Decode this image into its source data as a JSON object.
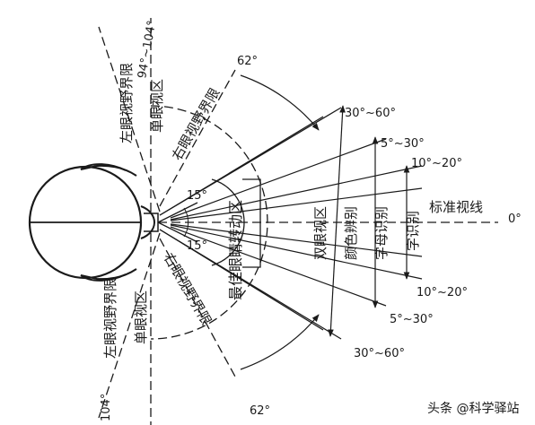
{
  "labels": {
    "left_limit_top": "左眼视野界限",
    "monocular_top": "单眼视区",
    "right_limit_top": "右眼视野界限",
    "best_rotation": "最佳眼睛转动区",
    "binocular": "双眼视区",
    "color": "颜色辨别",
    "letter": "字母识别",
    "word": "字识别",
    "standard": "标准视线",
    "right_limit_bottom": "右眼视野界限",
    "monocular_bottom": "单眼视区",
    "left_limit_bottom": "左眼视野界限"
  },
  "angles": {
    "top_94_104": "94°~104°",
    "top_62": "62°",
    "top_30_60": "30°~60°",
    "top_5_30": "5°~30°",
    "top_10_20": "10°~20°",
    "zero": "0°",
    "bottom_10_20": "10°~20°",
    "bottom_5_30": "5°~30°",
    "bottom_30_60": "30°~60°",
    "bottom_62": "62°",
    "bottom_104": "104°",
    "inner_15_top": "15°",
    "inner_15_bottom": "15°"
  },
  "watermark": "头条 @科学驿站"
}
